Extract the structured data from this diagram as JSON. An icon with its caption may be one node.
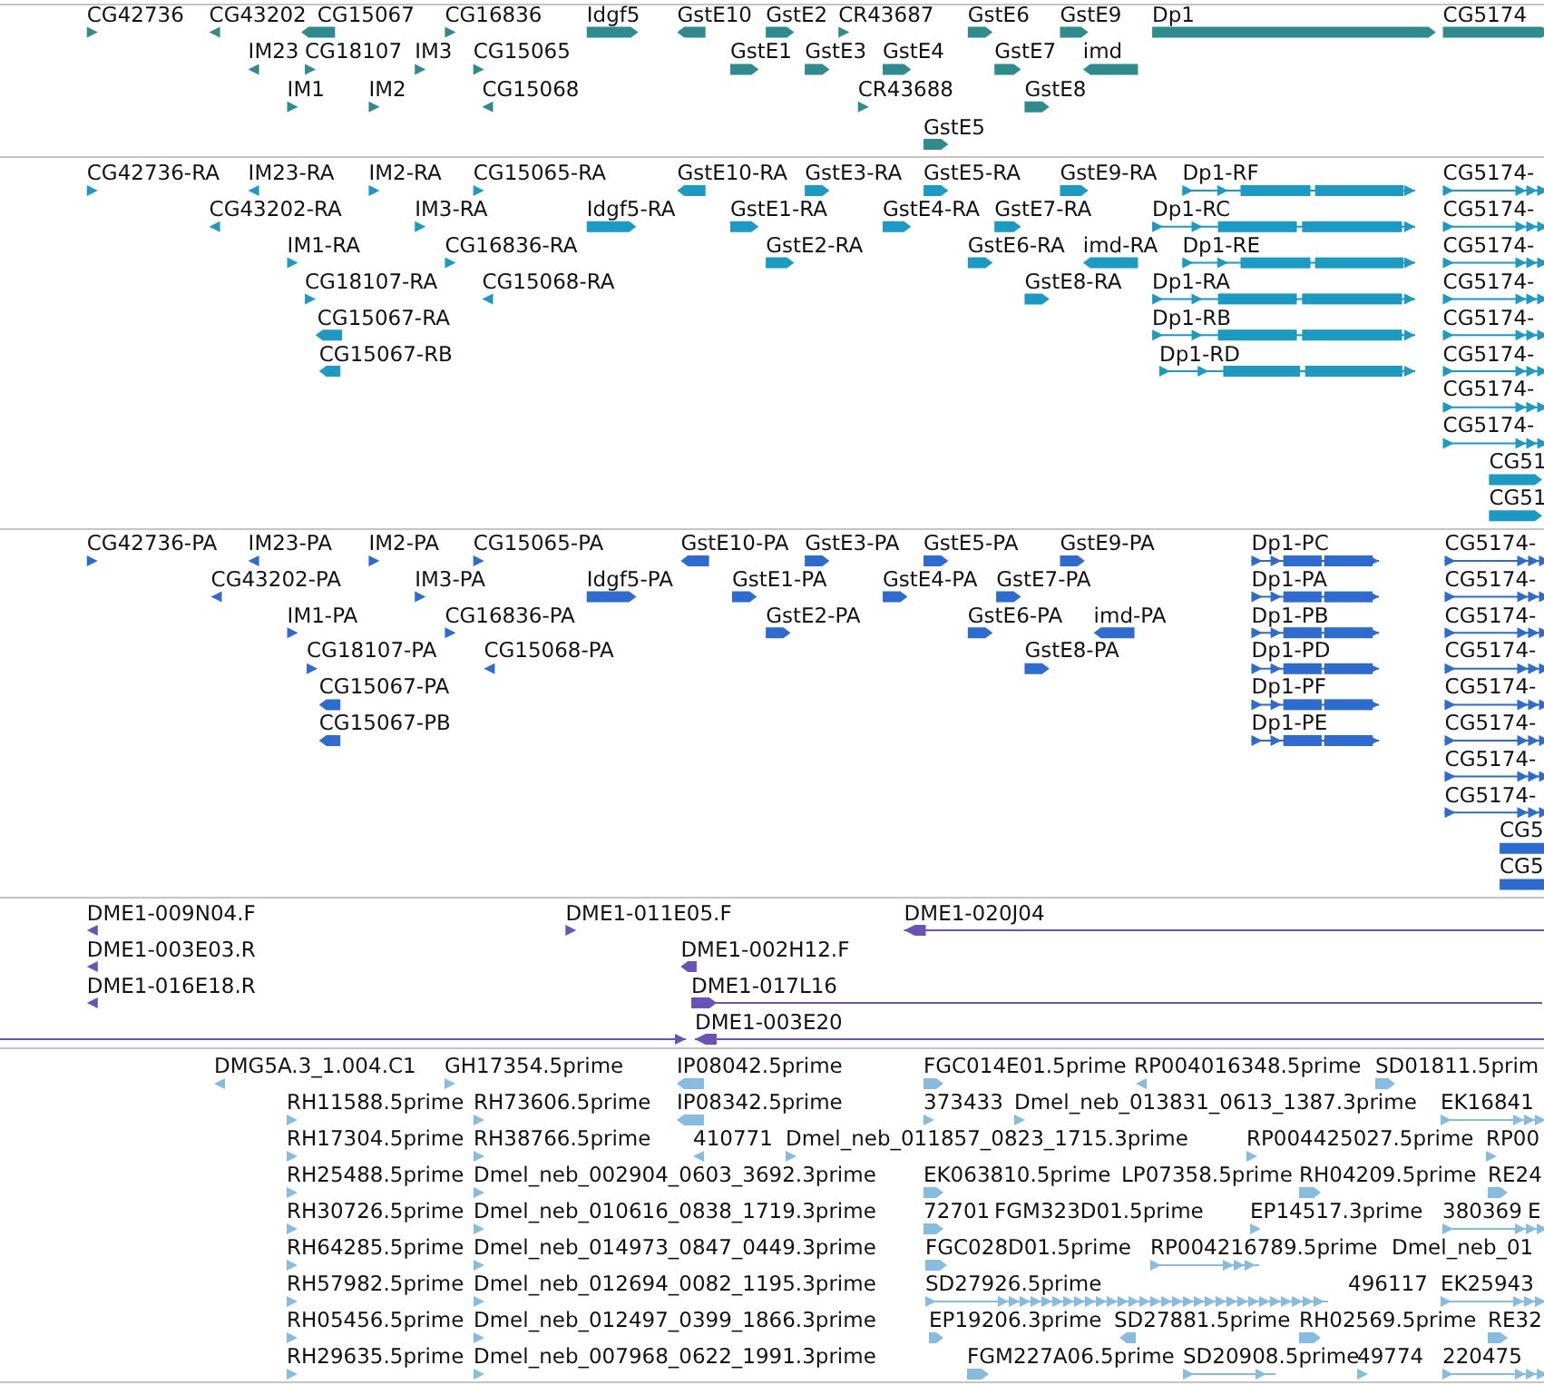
{
  "diagram": {
    "labels": [
      "CG42736",
      "CG43202",
      "CG15067",
      "CG16836",
      "Idgf5",
      "GstE10",
      "GstE2",
      "CR43687",
      "GstE6",
      "GstE9",
      "Dp1",
      "CG5174",
      "IM23",
      "CG18107",
      "IM3",
      "CG15065",
      "GstE1",
      "GstE3",
      "GstE4",
      "GstE7",
      "imd",
      "IM1",
      "IM2",
      "CG15068",
      "CR43688",
      "GstE8",
      "GstE5",
      "CG42736-RA",
      "IM23-RA",
      "IM2-RA",
      "CG15065-RA",
      "GstE10-RA",
      "GstE3-RA",
      "GstE5-RA",
      "GstE9-RA",
      "Dp1-RF",
      "CG5174-",
      "CG43202-RA",
      "IM3-RA",
      "Idgf5-RA",
      "GstE1-RA",
      "GstE4-RA",
      "GstE7-RA",
      "Dp1-RC",
      "CG5174-",
      "IM1-RA",
      "CG16836-RA",
      "GstE2-RA",
      "GstE6-RA",
      "imd-RA",
      "Dp1-RE",
      "CG5174-",
      "CG18107-RA",
      "CG15068-RA",
      "GstE8-RA",
      "Dp1-RA",
      "CG5174-",
      "CG15067-RA",
      "Dp1-RB",
      "CG5174-",
      "CG15067-RB",
      "Dp1-RD",
      "CG5174-",
      "CG5174-",
      "CG5174-",
      "CG51",
      "CG51",
      "CG42736-PA",
      "IM23-PA",
      "IM2-PA",
      "CG15065-PA",
      "GstE10-PA",
      "GstE3-PA",
      "GstE5-PA",
      "GstE9-PA",
      "Dp1-PC",
      "CG5174-",
      "CG43202-PA",
      "IM3-PA",
      "Idgf5-PA",
      "GstE1-PA",
      "GstE4-PA",
      "GstE7-PA",
      "Dp1-PA",
      "CG5174-",
      "IM1-PA",
      "CG16836-PA",
      "GstE2-PA",
      "GstE6-PA",
      "imd-PA",
      "Dp1-PB",
      "CG5174-",
      "CG18107-PA",
      "CG15068-PA",
      "GstE8-PA",
      "Dp1-PD",
      "CG5174-",
      "CG15067-PA",
      "Dp1-PF",
      "CG5174-",
      "CG15067-PB",
      "Dp1-PE",
      "CG5174-",
      "CG5174-",
      "CG5174-",
      "CG5",
      "CG5",
      "DME1-009N04.F",
      "DME1-011E05.F",
      "DME1-020J04",
      "DME1-003E03.R",
      "DME1-002H12.F",
      "DME1-016E18.R",
      "DME1-017L16",
      "DME1-003E20",
      "DMG5A.3_1.004.C1",
      "GH17354.5prime",
      "IP08042.5prime",
      "FGC014E01.5prime",
      "RP004016348.5prime",
      "SD01811.5prim",
      "RH11588.5prime",
      "RH73606.5prime",
      "IP08342.5prime",
      "373433",
      "Dmel_neb_013831_0613_1387.3prime",
      "EK16841",
      "RH17304.5prime",
      "RH38766.5prime",
      "410771",
      "Dmel_neb_011857_0823_1715.3prime",
      "RP004425027.5prime",
      "RP00",
      "RH25488.5prime",
      "Dmel_neb_002904_0603_3692.3prime",
      "EK063810.5prime",
      "LP07358.5prime",
      "RH04209.5prime",
      "RE24",
      "RH30726.5prime",
      "Dmel_neb_010616_0838_1719.3prime",
      "72701",
      "FGM323D01.5prime",
      "EP14517.3prime",
      "380369",
      "E",
      "RH64285.5prime",
      "Dmel_neb_014973_0847_0449.3prime",
      "FGC028D01.5prime",
      "RP004216789.5prime",
      "Dmel_neb_01",
      "RH57982.5prime",
      "Dmel_neb_012694_0082_1195.3prime",
      "SD27926.5prime",
      "496117",
      "EK25943",
      "RH05456.5prime",
      "Dmel_neb_012497_0399_1866.3prime",
      "EP19206.3prime",
      "SD27881.5prime",
      "RH02569.5prime",
      "RE32",
      "RH29635.5prime",
      "Dmel_neb_007968_0622_1991.3prime",
      "FGM227A06.5prime",
      "SD20908.5prime",
      "49774",
      "220475"
    ]
  }
}
